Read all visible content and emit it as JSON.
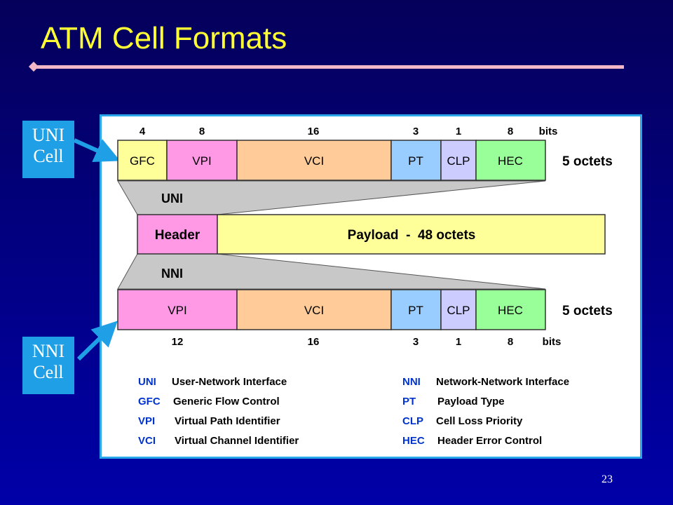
{
  "slide": {
    "title": "ATM Cell Formats",
    "page_number": "23"
  },
  "callouts": {
    "uni_line1": "UNI",
    "uni_line2": "Cell",
    "nni_line1": "NNI",
    "nni_line2": "Cell"
  },
  "uni_cell": {
    "bits": [
      "4",
      "8",
      "16",
      "3",
      "1",
      "8"
    ],
    "bits_unit": "bits",
    "fields": [
      "GFC",
      "VPI",
      "VCI",
      "PT",
      "CLP",
      "HEC"
    ],
    "size": "5 octets",
    "band_label": "UNI"
  },
  "nni_cell": {
    "bits": [
      "12",
      "16",
      "3",
      "1",
      "8"
    ],
    "bits_unit": "bits",
    "fields": [
      "VPI",
      "VCI",
      "PT",
      "CLP",
      "HEC"
    ],
    "size": "5 octets",
    "band_label": "NNI"
  },
  "cell": {
    "header": "Header",
    "payload": "Payload  -  48 octets"
  },
  "legend_left": [
    {
      "abbr": "UNI",
      "desc": "User-Network Interface"
    },
    {
      "abbr": "GFC",
      "desc": "Generic Flow Control"
    },
    {
      "abbr": "VPI",
      "desc": "Virtual Path Identifier"
    },
    {
      "abbr": "VCI",
      "desc": "Virtual Channel Identifier"
    }
  ],
  "legend_right": [
    {
      "abbr": "NNI",
      "desc": "Network-Network Interface"
    },
    {
      "abbr": "PT",
      "desc": "Payload Type"
    },
    {
      "abbr": "CLP",
      "desc": "Cell Loss Priority"
    },
    {
      "abbr": "HEC",
      "desc": "Header Error Control"
    }
  ],
  "colors": {
    "gfc": "#ffff99",
    "vpi": "#ff99e6",
    "vci": "#ffcc99",
    "pt": "#99ccff",
    "clp": "#ccccff",
    "hec": "#99ff99",
    "header": "#ff99e6",
    "payload": "#ffff99",
    "band": "#c8c8c8",
    "abbr": "#0033cc"
  }
}
